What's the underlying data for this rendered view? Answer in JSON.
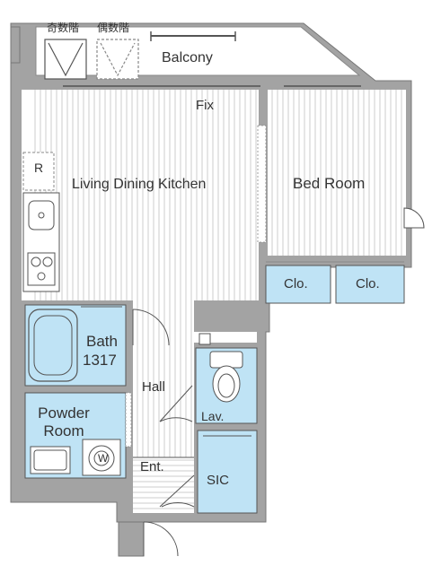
{
  "colors": {
    "wall": "#a3a3a3",
    "floor_hatch": "#c9c9c9",
    "wet_area": "#bfe3f5",
    "outline": "#555555",
    "text": "#333333"
  },
  "labels": {
    "stair_odd": "奇数階",
    "stair_even": "偶数階",
    "balcony": "Balcony",
    "fix": "Fix",
    "ldk": "Living Dining Kitchen",
    "bedroom": "Bed Room",
    "fridge": "R",
    "closet_1": "Clo.",
    "closet_2": "Clo.",
    "bath": "Bath",
    "bath_size": "1317",
    "hall": "Hall",
    "powder_line1": "Powder",
    "powder_line2": "Room",
    "washer": "W",
    "lavatory": "Lav.",
    "entrance": "Ent.",
    "sic": "SIC"
  },
  "icons": [
    "hatch-icon",
    "kitchen-sink-icon",
    "stove-icon",
    "bathtub-icon",
    "toilet-icon",
    "washbasin-icon",
    "washing-machine-icon",
    "door-swing-icon"
  ]
}
